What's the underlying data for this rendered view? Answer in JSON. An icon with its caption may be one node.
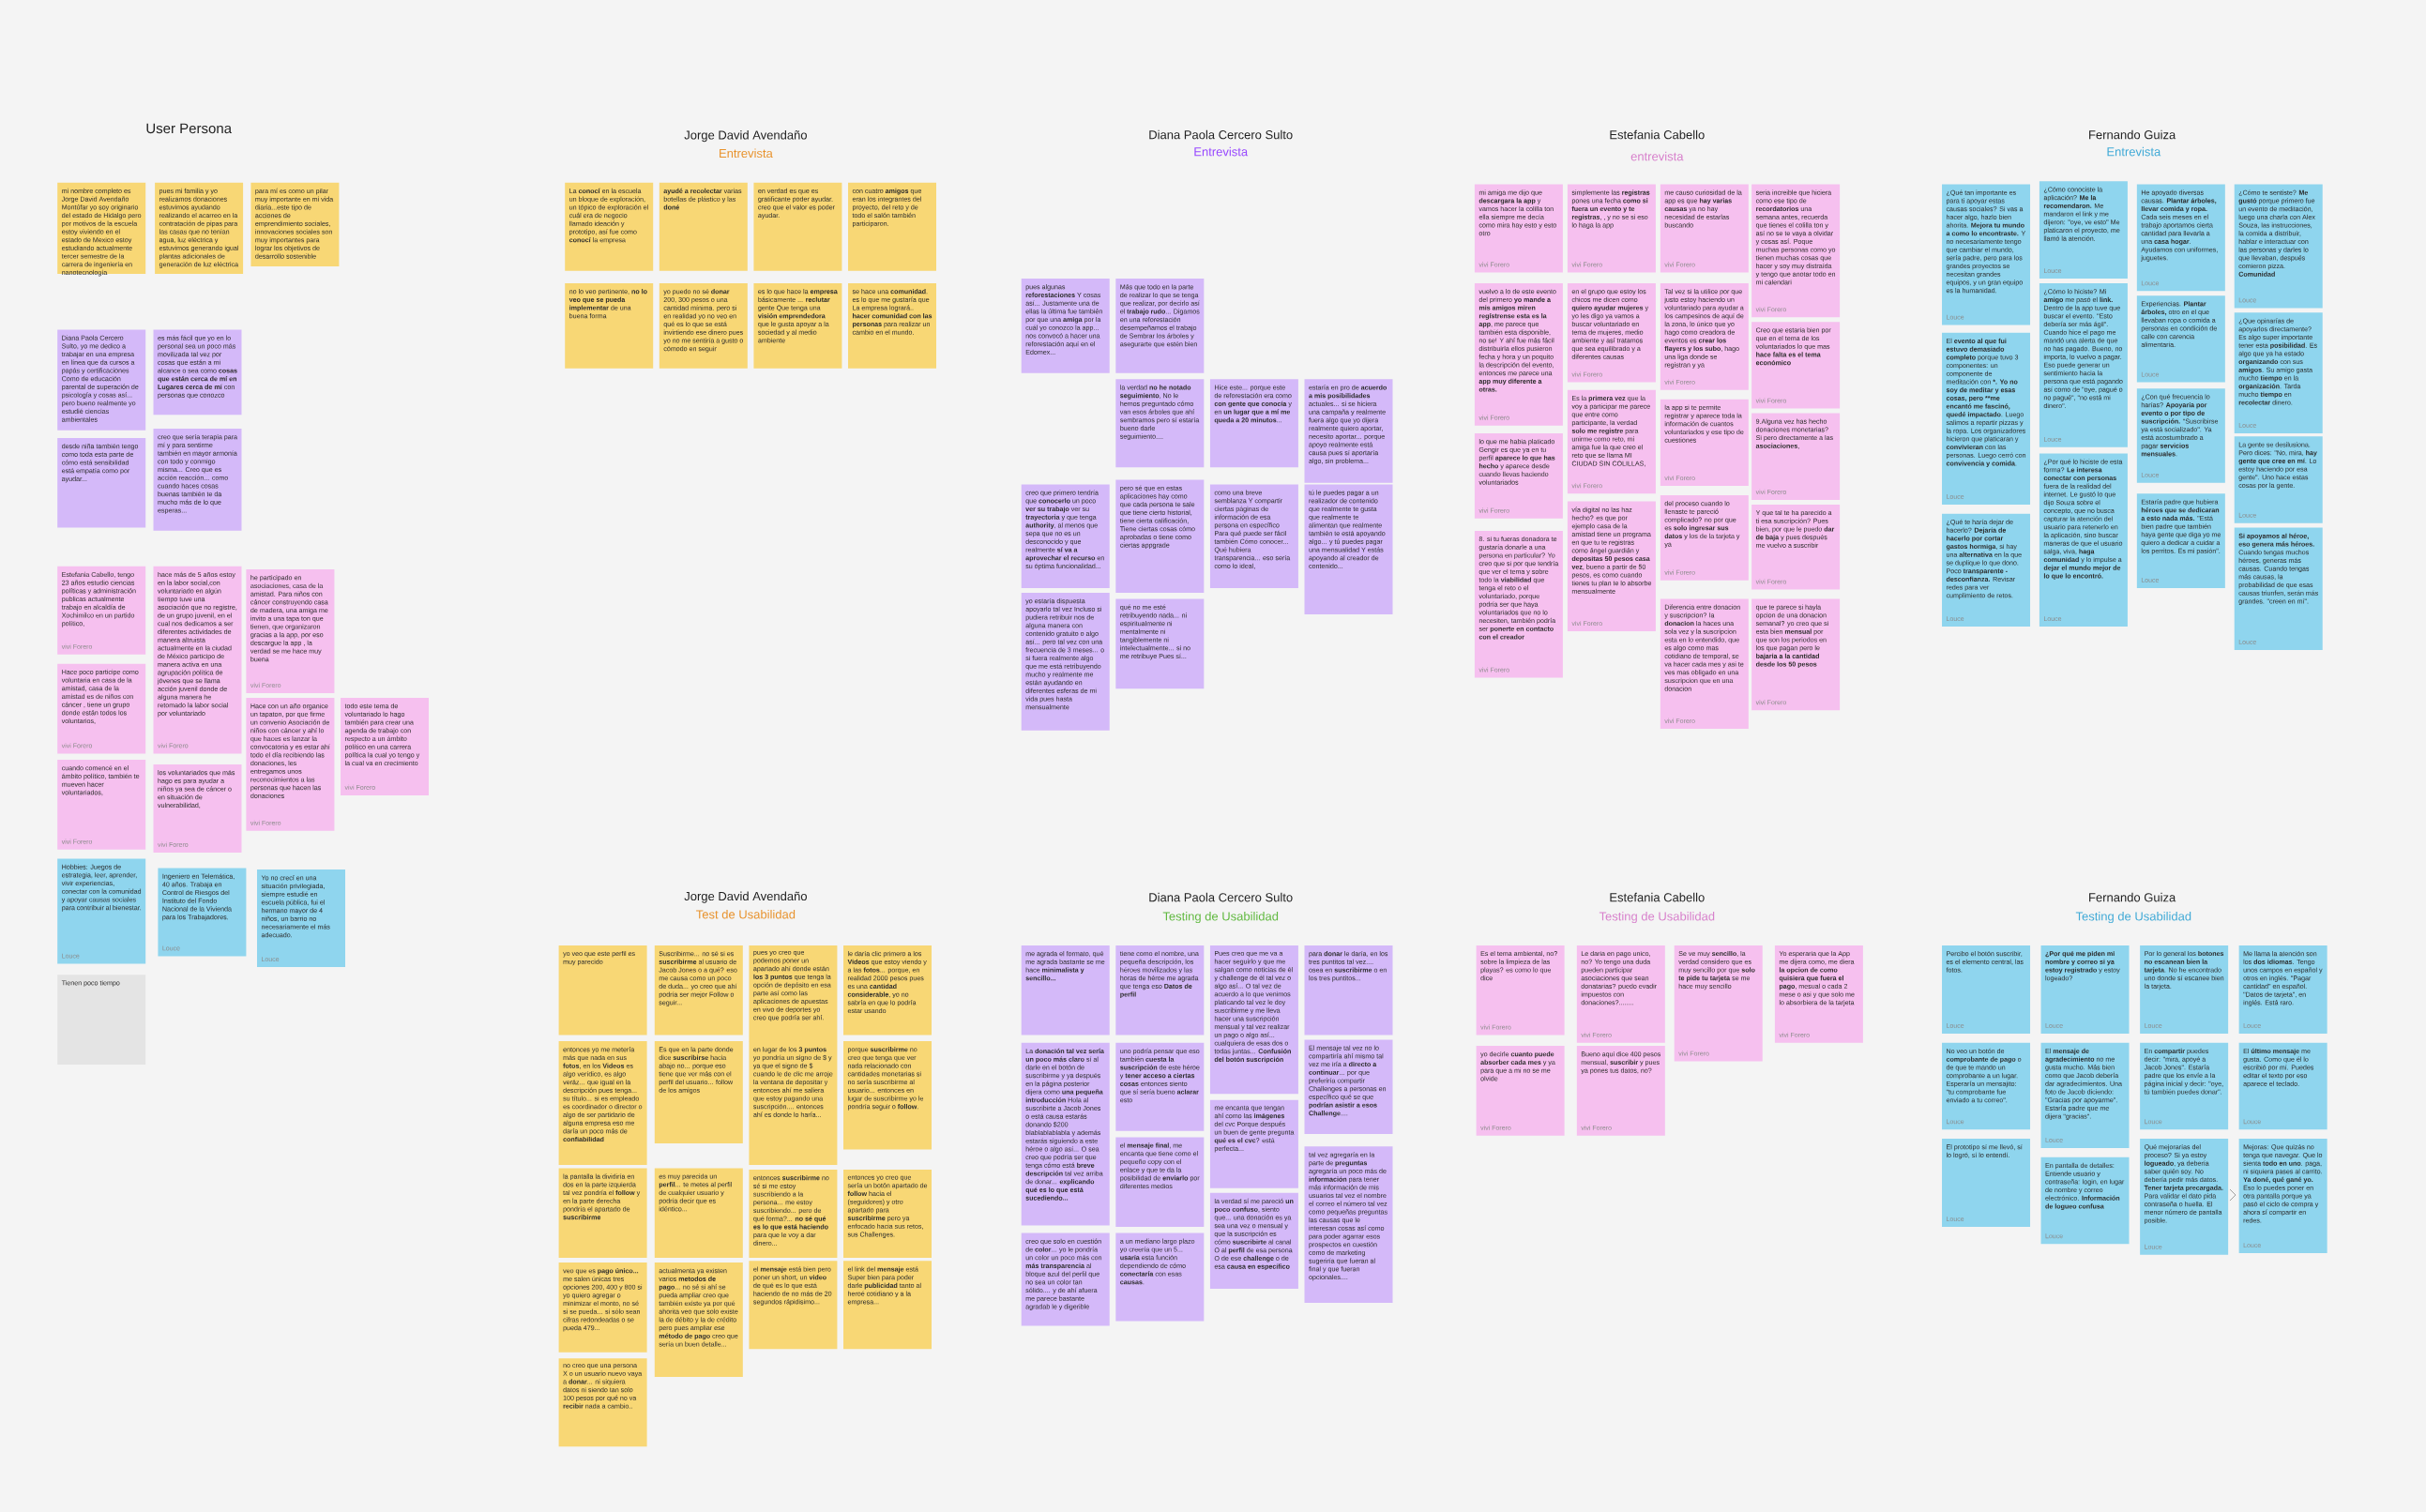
{
  "diagram": {
    "labels": [
      "User Persona",
      "Jorge David Avendaño",
      "Entrevista",
      "Diana Paola Cercero Sulto",
      "Entrevista",
      "Estefania Cabello",
      "entrevista",
      "Fernando Guiza",
      "Entrevista",
      "Jorge David Avendaño",
      "Test de Usabilidad",
      "Diana Paola Cercero Sulto",
      "Testing de Usabilidad",
      "Estefania Cabello",
      "Testing de Usabilidad",
      "Fernando Guiza",
      "Testing de Usabilidad"
    ],
    "nodes": [
      {
        "text": [
          "mi nombre completo es Jorge David Avendaño Montúfar yo soy originario del estado de Hidalgo pero por motivos de la escuela estoy viviendo en el estado de Mexico estoy estudiando actualmente tercer semestre de la carrera de ingeniería en nanotecnología"
        ]
      },
      {
        "text": [
          "pues mi familia y yo realizamos donaciones estuvimos ayudando realizando el acarreo en la contratación de pipas para las casas que no tenían agua, luz eléctrica y estuvimos generando igual plantas adicionales de generación de luz eléctrica"
        ]
      },
      {
        "text": [
          "para mí es como un pilar muy importante en mi vida diaria...este tipo de acciones de emprendimiento sociales, innovaciones sociales son muy importantes para lograr los objetivos de desarrollo sostenible"
        ]
      },
      {
        "text": [
          "Diana Paola Cercero Sulto, yo me dedico a trabajar en una empresa en línea que da cursos a papás y certificaciones Como de educación parental de superación de psicología y cosas así... pero bueno realmente yo estudié ciencias ambientales"
        ]
      },
      {
        "text": [
          "es más fácil que yo en lo personal sea un poco más movilizada tal vez por cosas que están a mi alcance o sea como **cosas que están cerca de mí en Lugares cerca de mí** con personas que conozco"
        ]
      },
      {
        "text": [
          "desde niña también tengo como toda esta parte de cómo está sensibilidad está empatía como por ayudar..."
        ]
      },
      {
        "text": [
          "creo que sería terapia para mí y para sentirme también en mayor armonía con todo y conmigo misma... Creo que es acción reacción... como cuando haces cosas buenas también te da mucho más de lo que esperas..."
        ]
      },
      {
        "text": [
          "Estefania Cabello, tengo 23 años estudio ciencias políticas y administración publicas actualmente trabajo en alcaldía de Xochimilco en un partido político,",
          "vivi Forero"
        ]
      },
      {
        "text": [
          "hace más de 5 años estoy en la labor social,con voluntariado en algún tiempo tuve una asociación que no registre, de un grupo juvenil, en el cual nos dedicamos a ser diferentes actividades de manera altruista actualmente en la ciudad de México participo de manera activa en una agrupación política de jóvenes que se llama acción juvenil donde de alguna manera he retomado la labor social por voluntariado",
          "vivi Forero"
        ]
      },
      {
        "text": [
          "he participado en asociaciones, casa de la amistad. Para niños con cáncer construyendo casa de madera, una amiga me invito a una tapa ton que tienen, que organizaron gracias a la app, por eso descargue la app , la verdad se me hace muy buena",
          "vivi Forero"
        ]
      },
      {
        "text": [
          "Hace poco participe como voluntaria en casa de la amistad, casa de la amistad es de niños con cáncer , tiene un grupo donde están todos los voluntarios,",
          "vivi Forero"
        ]
      },
      {
        "text": [
          "Hace con un año organice un tapaton, por que firme un convenio Asociación de niños con cáncer y ahí lo que haces es lanzar la convocatoria y es estar ahí todo el día recibiendo las donaciones, les entregamos unos reconocimientos a las personas que hacen las donaciones",
          "vivi Forero"
        ]
      },
      {
        "text": [
          "todo este tema de voluntariado lo hago también para crear una agenda de trabajo con respecto a un ámbito político en una carrera política la cual yo tengo y la cual va en crecimiento",
          "vivi Forero"
        ]
      },
      {
        "text": [
          "cuando comencé en el ámbito político, también te mueven hacer voluntariados,",
          "vivi Forero"
        ]
      },
      {
        "text": [
          "los voluntariados que más hago es para ayudar a niños ya sea de cáncer o en situación de vulnerabilidad,",
          "vivi Forero"
        ]
      },
      {
        "text": [
          "Hobbies: Juegos de estrategia, leer, aprender, vivir experiencias, conectar con la comunidad y apoyar causas sociales para contribuir al bienestar.",
          "Louce"
        ]
      },
      {
        "text": [
          "Ingeniero en Telemática, 40 años. Trabaja en Control de Riesgos del Instituto del Fondo Nacional de la Vivienda para los Trabajadores.",
          "Louce"
        ]
      },
      {
        "text": [
          "Yo no crecí en una situación privilegiada, siempre estudié en escuela pública, fui el hermano mayor de 4 niños, un barrio no necesariamente el más adecuado.",
          "Louce"
        ]
      },
      {
        "text": [
          "Tienen poco tiempo"
        ]
      },
      {
        "text": [
          "La **conocí** en la escuela un bloque de exploración, un tópico de exploración el cuál era de negocio llamado ideación y prototipo, así fue como **conocí** la empresa"
        ]
      },
      {
        "text": [
          "**ayudé a recolectar** varias botellas de plástico y las **doné**"
        ]
      },
      {
        "text": [
          "en verdad es que es gratificante poder ayudar. creo que el valor es poder ayudar."
        ]
      },
      {
        "text": [
          "con cuatro **amigos** que eran los integrantes del proyecto, del reto y de todo el salón también participaron."
        ]
      },
      {
        "text": [
          "no lo veo pertinente, **no lo veo que se pueda implementar** de una buena forma"
        ]
      },
      {
        "text": [
          "yo puedo no sé **donar** 200, 300 pesos o una cantidad mínima. pero si en realidad yo no veo en qué es lo que se está invirtiendo ese dinero pues yo no me sentiría a gusto o cómodo en seguir"
        ]
      },
      {
        "text": [
          "es lo que hace la **empresa** básicamente ... **reclutar** gente Que tenga una **visión emprendedora** que le gusta apoyar a la sociedad y al medio ambiente"
        ]
      },
      {
        "text": [
          "se hace una **comunidad**. es lo que me gustaría que La empresa logrará.. **hacer comunidad con las personas** para realizar un cambio en el mundo."
        ]
      },
      {
        "text": [
          "pues algunas **reforestaciones** Y cosas así... Justamente una de ellas la última fue también por que una **amiga** por la cuál yo conozco la app... nos convocó a hacer una reforestación aquí en el Edomex..."
        ]
      },
      {
        "text": [
          "creo que primero tendría que **conocerlo** un poco **ver su trabajo** ver su **trayectoria** y que tenga **authority**, al menos que sepa que no es un desconocido y que realmente **sí va a aprovechar el recurso** en su óptima funcionalidad..."
        ]
      },
      {
        "text": [
          "yo estaría dispuesta apoyarlo tal vez Incluso si pudiera retribuir nos de alguna manera con contenido gratuito o algo así... pero tal vez con una frecuencia de 3 meses... o si fuera realmente algo que me está retribuyendo mucho y realmente me están ayudando en diferentes esferas de mi vida pues hasta mensualmente"
        ]
      },
      {
        "text": [
          "Más que todo en la parte de realizar lo que se tenga que realizar, por decirlo así el **trabajo rudo**... Digamos en una reforestación desempeñamos el trabajo de Sembrar los árboles y asegurarte que estén bien"
        ]
      },
      {
        "text": [
          "la verdad **no he notado seguimiento**, No le hemos preguntado cómo van esos árboles que ahí sembramos pero sí estaría bueno darle seguimiento...."
        ]
      },
      {
        "text": [
          "pero sé que en estas aplicaciones hay como que cada persona te sale que tiene cierto historial, tiene cierta calificación, Tiene ciertas cosas cómo aprobadas o tiene como ciertas appgrade"
        ]
      },
      {
        "text": [
          "qué no me esté retribuyendo nada... ni espiritualmente ni mentalmente ni tangiblemente ni intelectualmente... si no me retribuye Pues sí..."
        ]
      },
      {
        "text": [
          "Hice este... porque este de reforestación era como **con gente que conocía** y en **un lugar que a mí me queda a 20 minutos**..."
        ]
      },
      {
        "text": [
          "como una breve semblanza Y compartir ciertas páginas de información de esa persona en específico Para qué puede ser fácil también Cómo conocer... Qué hubiera transparencia... eso sería como lo ideal,"
        ]
      },
      {
        "text": [
          "estaría en pro de **acuerdo a mis posibilidades** actuales... si se hiciera una campaña y realmente fuera algo que yo dijera realmente quiero aportar, necesito aportar... porque apoyo realmente está causa pues sí aportaría algo, sin problema..."
        ]
      },
      {
        "text": [
          "tú le puedes pagar a un realizador de contenido que realmente te gusta que realmente te alimentan que realmente también te está apoyando algo... y tú puedes pagar una mensualidad Y estás apoyando al creador de contenido..."
        ]
      },
      {
        "text": [
          "mi amiga me dijo que **descargara la app** y vamos hacer la colilla ton ella siempre me decía como mira hay esto y esto otro",
          "vivi Forero"
        ]
      },
      {
        "text": [
          "vuelvo a lo de este evento del primero **yo mande a mis amigos miren regístrense esta es la app**, me parece que también esta disponible, no se! Y ahí fue más fácil distribuirla ellos pusieron fecha y hora y un poquito la descripción del evento, entonces me parece una **app muy diferente a otras.**",
          "vivi Forero"
        ]
      },
      {
        "text": [
          "lo que me habia platicado Gengir es que ya en tu perfil **aparece lo que has hecho** y aparece desde cuando llevas haciendo voluntariados",
          "vivi Forero"
        ]
      },
      {
        "text": [
          "8. si tu fueras donadora te gustaría donarle a una persona en particular? Yo creo que si por que tendría que ver el tema y sobre todo la **viabilidad** que tenga el reto o el voluntariado, porque podría ser que haya voluntariados que no lo necesiten, también podría ser **ponerte en contacto con el creador**",
          "vivi Forero"
        ]
      },
      {
        "text": [
          "simplemente las **registras** pones una fecha **como si fuera un evento y te registras**, , y no se si eso lo haga la app",
          "vivi Forero"
        ]
      },
      {
        "text": [
          "en el grupo que estoy los chicos me dicen como **quiero ayudar mujeres** y yo les digo ya vamos a buscar voluntariado en tema de mujeres, medio ambiente y así tratamos que sea equilibrado y a diferentes causas",
          "vivi Forero"
        ]
      },
      {
        "text": [
          "Es la **primera vez** que la voy a participar me parece que entre como participante, la verdad **solo me registre** para unirme como reto, mi amiga fue la que creo el reto que se llama MI CIUDAD SIN COLILLAS,",
          "vivi Forero"
        ]
      },
      {
        "text": [
          "vía digital no las haz hecho? es que por ejemplo casa de la amistad tiene un programa en que tu te registras como ángel guardián y **depositas 50 pesos casa vez**, bueno a partir de 50 pesos, es como cuando tienes tu plan te lo absorbe mensualmente",
          "vivi Forero"
        ]
      },
      {
        "text": [
          "me causo curiosidad de la app es que **hay varias causas** ya no hay necesidad de estarlas buscando",
          "vivi Forero"
        ]
      },
      {
        "text": [
          "Tal vez si la utilice por que justo estoy haciendo un voluntariado para ayudar a los campesinos de aquí de la zona, lo único que yo hago como creadora de eventos es **crear los flayers y los subo**, hago una liga donde se registran y ya",
          "vivi Forero"
        ]
      },
      {
        "text": [
          "la app si te permite registrar y aparece toda la información de cuantos voluntariados y ese tipo de cuestiones",
          "vivi Forero"
        ]
      },
      {
        "text": [
          "del proceso cuando lo llenaste te pareció complicado? no por que es **solo ingresar sus datos** y los de la tarjeta y ya",
          "vivi Forero"
        ]
      },
      {
        "text": [
          "Diferencia entre donacion y suscripcion? la **donacion** la haces una sola vez y la suscripcion esta en lo entendido, que es algo como mas cotidiano de temporal, se va hacer cada mes y asi te ves mas obligado en una suscripcion que en una donacion",
          "vivi Forero"
        ]
      },
      {
        "text": [
          "seria increible que hiciera como ese tipo de **recordatorios** una semana antes, recuerda que tienes el colilla ton y así no se te vaya a olvidar y cosas así. Poque muchas personas como yo tienen muchas cosas que hacer y soy muy distraída y tengo que anotar todo en mi calendari",
          "vivi Forero"
        ]
      },
      {
        "text": [
          "Creo que estaria bien por que en el tema de los voluntariados lo que mas **hace falta es el tema económico**",
          "vivi Forero"
        ]
      },
      {
        "text": [
          "9.Alguna vez has hecho donaciones monetarias? Si pero directamente a las **asociaciones**,",
          "vivi Forero"
        ]
      },
      {
        "text": [
          "Y que tal te ha parecido a ti esa suscripción? Pues bien, por que le puedo **dar de baja** y pues después me vuelvo a suscribir",
          "vivi Forero"
        ]
      },
      {
        "text": [
          "que te parece si hayla opcion de una donacion semanal? yo creo que si esta bien **mensual** por que son los periodos en los que pagan pero le **bajaria a la cantidad desde los 50 pesos**",
          "vivi Forero"
        ]
      },
      {
        "text": [
          "¿Qué tan importante es para ti apoyar estas causas sociales? Si vas a hacer algo, hazlo bien ahorita. **Mejora tu mundo a como lo encontraste.** Y no necesariamente tengo que cambiar el mundo, sería padre, pero para los grandes proyectos se necesitan grandes equipos, y un gran equipo es la humanidad.",
          "Louce"
        ]
      },
      {
        "text": [
          "El **evento al que fui estuvo demasiado completo** porque tuvo 3 componentes: un componente de meditación con ***. Yo no soy de meditar y esas cosas, pero **me encantó me fascinó, quedé impactado**. Luego salimos a repartir pizzas y la ropa. Los organizadores hicieron que platicaran y **convivieran** con las personas. Luego cerró con **convivencia y comida**.",
          "Louce"
        ]
      },
      {
        "text": [
          "¿Qué te haría dejar de hacerlo? **Dejaría de hacerlo por cortar gastos hormiga**, si hay una **alternativa** en la que se duplique lo que dono. Poco **transparente - desconfianza.** Revisar redes para ver cumplimiento de retos.",
          "Louce"
        ]
      },
      {
        "text": [
          "¿Cómo conociste la aplicación? **Me la recomendaron.** Me mandaron el link y me dijeron: \"oye, ve esto\" Me platicaron el proyecto, me llamó la atención.",
          "Louce"
        ]
      },
      {
        "text": [
          "¿Cómo lo hiciste? Mi **amigo** me pasó el **link.** Dentro de la app tuve que buscar el evento. \"Esto debería ser más ágil\". Cuando hice el pago me mandó una alerta de que no has pagado. Bueno, no importa, lo vuelvo a pagar. Eso puede generar un sentimiento hacia la persona que está pagando así como de \"oye, pagué o no pagué\", \"no está mi dinero\".",
          "Louce"
        ]
      },
      {
        "text": [
          "¿Por qué lo hiciste de esta forma? **Le interesa conectar con personas** fuera de la realidad del internet. Le gustó lo que dijo Souza sobre el concepto, que no busca capturar la atención del usuario para retenerlo en la aplicación, sino buscar maneras de que el usuario salga, viva, **haga comunidad** y lo impulse a **dejar el mundo mejor de lo que lo encontró.**",
          "Louce"
        ]
      },
      {
        "text": [
          "He apoyado diversas causas. **Plantar árboles, llevar comida y ropa.** Cada seis meses en el trabajo aportamos cierta cantidad para llevarla a una **casa hogar**. Ayudamos con uniformes, juguetes.",
          "Louce"
        ]
      },
      {
        "text": [
          "Experiencias. **Plantar árboles,** otro en el que llevaban ropa o comida a personas en condición de calle con carencia alimentaria.",
          "Louce"
        ]
      },
      {
        "text": [
          "¿Con qué frecuencia lo harías? **Apoyaría por evento o por tipo de suscripción.** \"Suscribirse ya está socializado\". Ya está acostumbrado a pagar **servicios mensuales**.",
          "Louce"
        ]
      },
      {
        "text": [
          "Estaría padre que hubiera **héroes que se dedicaran a esto nada más.** \"Está bien padre que también haya gente que diga yo me quiero a dedicar a cuidar a los perritos. Es mi pasión\".",
          "Louce"
        ]
      },
      {
        "text": [
          "¿Cómo te sentiste? **Me gustó** porque primero fue un evento de meditación, luego una charla con Alex Souza, las instrucciones, la comida a distribuir, hablar e interactuar con las personas y darles lo que llevaban, después comieron pizza. **Comunidad**",
          "Louce"
        ]
      },
      {
        "text": [
          "¿Que opinarías de apoyarlos directamente? Es algo super importante tener esta **posibilidad**. Es algo que ya ha estado **organizando** con sus **amigos**. Su amigo gasta mucho **tiempo** en la **organización**. Tarda mucho **tiempo** en **recolectar** dinero.",
          "Louce"
        ]
      },
      {
        "text": [
          "La gente se desilusiona. Pero dices: \"No, mira, **hay gente que cree en mí**. Lo estoy haciendo por esa gente\". Uno hace estas cosas por la gente.",
          "Louce"
        ]
      },
      {
        "text": [
          "**Si apoyamos al héroe, eso genera más héroes.** Cuando tengas muchos héroes, generas más causas. Cuando tengas más causas, la probabilidad de que esas causas triunfen, serán más grandes. \"creen en mí\".",
          "Louce"
        ]
      },
      {
        "text": [
          "yo veo que este perfil es muy parecido"
        ]
      },
      {
        "text": [
          "entonces yo me metería más que nada en sus **fotos**, en los **Videos** es algo verídico, es algo veráz... que igual en la descripción pues tenga... su título... si es empleado es coordinador o director o algo de ser partidario de alguna empresa eso me daría un poco más de **confiabilidad**"
        ]
      },
      {
        "text": [
          "la pantalla la dividiría en dos en la parte izquierda tal vez pondría el **follow** y en la parte derecha pondría el apartado de **suscribirme**"
        ]
      },
      {
        "text": [
          "veo que es **pago único...** me salen únicas tres opciones 200, 400 y 800 si yo quiero agregar o minimizar el monto, no sé si se pueda... si sólo sean cifras redondeadas o se pueda 479..."
        ]
      },
      {
        "text": [
          "no creo que una persona X o un usuario nuevo vaya a **donar**... ni siquiera datos ni siendo tan solo 100 pesos por qué no va **recibir** nada a cambio.."
        ]
      },
      {
        "text": [
          "Suscribirme... no sé si es **suscribirme** al usuario de Jacob Jones o a qué? eso me causa como un poco de duda... yo creo que ahí podría ser mejor Follow o seguir..."
        ]
      },
      {
        "text": [
          "Es que en la parte donde dice **suscribirse** hacia abajo no... porque eso tiene que ver más con el perfil del usuario... follow de los amigos"
        ]
      },
      {
        "text": [
          "es muy parecida un **perfil**... te metes al perfil de cualquier usuario y podría decir que es idéntico..."
        ]
      },
      {
        "text": [
          "actualmenta ya existen varios **metodos de pago**... no sé si ahí se pueda ampliar creo que también existe ya por qué ahorita veo que solo existe la de débito y la de crédito pero pues ampliar ese **método de pago** creo que sería un buen detalle..."
        ]
      },
      {
        "text": [
          "pues yo creo que podemos poner un apartado ahí donde están **los 3 puntos** que tenga la opción de depósito en esa parte así como las aplicaciones de apuestas en vivo de deportes yo creo que podría ser ahí."
        ]
      },
      {
        "text": [
          "en lugar de los **3 puntos** yo pondría un signo de $ y ya que el signo de $ cuando le de clic me arroje la ventana de depositar y entonces ahí me saliera que estoy pagando una suscripción.... entonces ahí es donde lo haría..."
        ]
      },
      {
        "text": [
          "entonces **suscribirme** no sé si me estoy suscribiendo a la persona... me estoy suscribiendo... pero de qué forma?... **no sé qué es lo que está haciendo** para que le voy a dar dinero..."
        ]
      },
      {
        "text": [
          "el **mensaje** está bien pero poner un short, un **video** de qué es lo que está haciendo de no más de 20 segundos rápidisimo..."
        ]
      },
      {
        "text": [
          "le daría clic primero a los **Videos** que estoy viendo y a las **fotos**... porque, en realidad 2000 pesos pues es una **cantidad considerable**, yo no sabría en que lo podría estar usando"
        ]
      },
      {
        "text": [
          "porque **suscribirme** no creo que tenga que ver nada relacionado con cantidades monetarias si no sería suscribirme al usuario... entonces en lugar de suscribirme yo le pondría seguir o **follow**."
        ]
      },
      {
        "text": [
          "entonces yo creo que sería un botón apartado de **follow** hacia el (seguidores) y otro apartado para **suscribirme** pero ya enfocado hacia sus retos, sus Challenges."
        ]
      },
      {
        "text": [
          "el link del **mensaje** está Super bien para poder darle **publicidad** tanto al heroé cotidiano y a la empresa..."
        ]
      },
      {
        "text": [
          "me agrada el formato, qué me agrada bastante se me hace **minimalista y sencillo...**"
        ]
      },
      {
        "text": [
          "La **donación tal vez sería un poco más claro** sí al darle en el botón de suscribirme y ya después en la página posterior dijera como **una pequeña introducción** Hola al suscribirte a Jacob Jones o está causa estarás donando $200 blablablablabla y además estarás siguiendo a este héroe o algo así... O sea creo que podría ser que tenga cómo está **breve descripción** tal vez arriba de donar... **explicando qué es lo que está sucediendo...**"
        ]
      },
      {
        "text": [
          "creo que solo en cuestión de **color**... yo le pondría un color un poco más con **más transparencia** al bloque azul del perfil que no sea un color tan sólido.... y de ahí afuera me parece bastante agradab le y digerible"
        ]
      },
      {
        "text": [
          "tiene como el nombre, una pequeña descripción, los héroes movilizados y las horas de héroe me agrada que tenga eso **Datos de perfil**"
        ]
      },
      {
        "text": [
          "uno podría pensar que eso también **cuesta la suscripción** de este héroe y **tener acceso a ciertas cosas** entonces siento que sí sería bueno **aclarar** esto"
        ]
      },
      {
        "text": [
          "el **mensaje final**, me encanta que tiene como el pequeño copy con el enlace y que te da la posibilidad de **enviarlo** por diferentes medios"
        ]
      },
      {
        "text": [
          "a un mediano largo plazo yo creería que un 5... **usaría** esta función dependiendo de cómo **conectaría** con esas **causas**."
        ]
      },
      {
        "text": [
          "Pues creo que me va a hacer seguirlo y que me salgan como noticias de él y challenge de él tal vez o algo así... O tal vez de acuerdo a lo que venimos platicando tal vez le doy suscribirme y me lleva hacer una suscripción mensual y tal vez realizar un pago o algo así... cualquiera de esas dos o todas juntas... **Confusión del botón suscripción**"
        ]
      },
      {
        "text": [
          "me encanta que tengan ahí como las **imágenes** del cvc Porque después un buen de gente pregunta **qué es el cvc**? está perfecta..."
        ]
      },
      {
        "text": [
          "la verdad sí me pareció **un poco confuso**, siento que... una donación es ya sea una vez o mensual y que la suscripción es cómo **suscribirte** al canal O al **perfil** de esa persona O de ese **challenge** o de esa **causa en específico**"
        ]
      },
      {
        "text": [
          "para **donar** le daría, en los tres puntitos tal vez.... osea en **suscribirme** o en los tres puntitos..."
        ]
      },
      {
        "text": [
          "El mensaje tal vez no lo compartiría ahí mismo tal vez me iría a **directo a continuar**... por que preferiría compartir Challenges a personas en específico qué se que **podrían asistir a esos Challenge**...."
        ]
      },
      {
        "text": [
          "tal vez agregaría en la parte de **preguntas** agregaría un poco más de **información** para tener más información de mis usuarios tal vez el nombre el correo el número tal vez como pequeñas preguntas las causas que le interesan cosas así como para poder agarrar esos prospectos en cuestión como de marketing sugeriría que fueran al final y que fueran opcionales...."
        ]
      },
      {
        "text": [
          "Es el tema ambiental, no? sobre la limpieza de las playas? es como lo que dice",
          "vivi Forero"
        ]
      },
      {
        "text": [
          "yo decirle **cuanto puede absorber cada mes** y ya para que a mi no se me olvide",
          "vivi Forero"
        ]
      },
      {
        "text": [
          "Le daria en pago unico, no? Yo tengo una duda pueden participar asociaciones que sean donatarias? puedo evadir impuestos con donaciones?........",
          "vivi Forero"
        ]
      },
      {
        "text": [
          "Bueno aqui dice 400 pesos mensual, **suscribir** y pues ya pones tus datos, no?",
          "vivi Forero"
        ]
      },
      {
        "text": [
          "Se ve muy **sencillo**, la verdad considero que es muy sencillo por que **solo te pide tu tarjeta** se me hace muy sencillo",
          "vivi Forero"
        ]
      },
      {
        "text": [
          "Yo esperaria que la App me dijera como, me diera **la opcion de como quisiera que fuera el pago**, mesual o cada 2 mese o asi y que solo me lo absorbiera de la tarjeta",
          "vivi Forero"
        ]
      },
      {
        "text": [
          "Percibo el botón suscribir, es el elemento central, las fotos.",
          "Louce"
        ]
      },
      {
        "text": [
          "No veo un botón de **comprobante de pago** o de que te mando un comprobante a un lugar. Esperaría un mensajito: \"tu comprobante fue enviado a tu correo\".",
          "Louce"
        ]
      },
      {
        "text": [
          "El prototipo sí me llevó, sí lo logró, sí lo entendí.",
          "Louce"
        ]
      },
      {
        "text": [
          "**¿Por qué me piden mi nombre y correo si ya estoy registrado** y estoy logeado?",
          "Louce"
        ]
      },
      {
        "text": [
          "El **mensaje de agradecimiento** no me gusta mucho. Más bien como que Jacob debería dar agradecimientos. Una foto de Jacob diciendo: \"Gracias por apoyarme\". Estaría padre que me dijera \"gracias\".",
          "Louce"
        ]
      },
      {
        "text": [
          "En pantalla de detalles: Entiende usuario y contraseña: login, en lugar de nombre y correo electrónico. **Información de logueo confusa**",
          "Louce"
        ]
      },
      {
        "text": [
          "Por lo general los **botones no escanean bien la tarjeta**. No he encontrado uno donde sí escanee bien la tarjeta.",
          "Louce"
        ]
      },
      {
        "text": [
          "En **compartir** puedes decir: \"mira, apoyé a Jacob Jones\". Estaría padre que los envíe a la página inicial y decir: \"oye, tú también puedes donar\".",
          "Louce"
        ]
      },
      {
        "text": [
          "Qué mejorarías del proceso? Si ya estoy **logueado**, ya debería saber quién soy. No debería pedir más datos. **Tener tarjeta precargada.** Para validar el dato pida contraseña o huella. El menor número de pantalla posible.",
          "Louce"
        ]
      },
      {
        "text": [
          "Me llama la atención son los **dos idiomas**. Tengo unos campos en español y otros en inglés. \"Pagar cantidad\" en español. \"Datos de tarjeta\", en inglés. Está raro.",
          "Louce"
        ]
      },
      {
        "text": [
          "El **último mensaje** me gusta. Como que él lo escribió por mí. Puedes editar el texto por eso aparece el teclado.",
          "Louce"
        ]
      },
      {
        "text": [
          "Mejoras: Que quizás no tenga que navegar. Que lo sienta **todo en uno**. paga, ni siquiera pases al carrito. **Ya doné, qué gané yo.** Eso lo puedes poner en otra pantalla porque ya pasó el ciclo de compra y ahora sí compartir en redes.",
          "Louce"
        ]
      }
    ]
  }
}
